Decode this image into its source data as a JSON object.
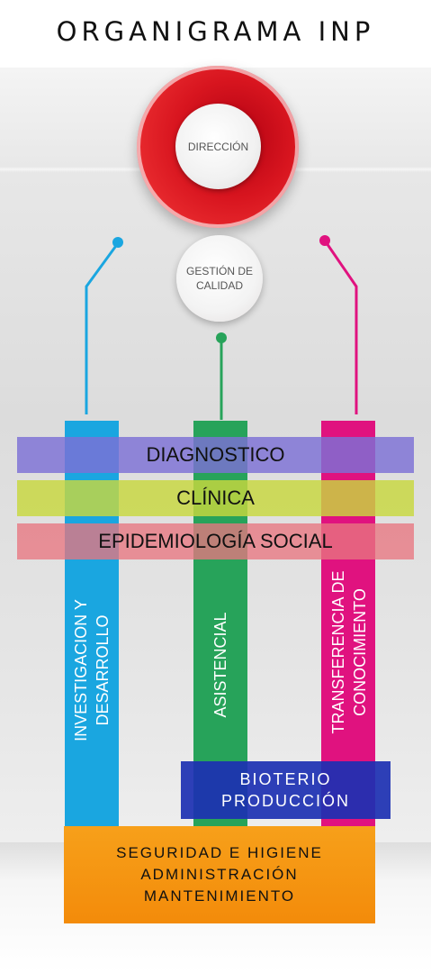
{
  "title": "ORGANIGRAMA INP",
  "top": {
    "direction": "DIRECCIÓN",
    "quality_line1": "GESTIÓN DE",
    "quality_line2": "CALIDAD"
  },
  "bands": {
    "diagnostic": "DIAGNOSTICO",
    "clinic": "CLÍNICA",
    "epidemiology": "EPIDEMIOLOGÍA SOCIAL"
  },
  "pillars": {
    "research_line1": "INVESTIGACION Y",
    "research_line2": "DESARROLLO",
    "care": "ASISTENCIAL",
    "transfer_line1": "TRANSFERENCIA DE",
    "transfer_line2": "CONOCIMIENTO"
  },
  "bioterio": {
    "line1": "BIOTERIO",
    "line2": "PRODUCCIÓN"
  },
  "support": {
    "line1": "SEGURIDAD E HIGIENE",
    "line2": "ADMINISTRACIÓN",
    "line3": "MANTENIMIENTO"
  },
  "colors": {
    "red": "#d8151f",
    "blue": "#1aa6e0",
    "green": "#27a35a",
    "magenta": "#e0127f",
    "purple": "#8a7fd6",
    "lime": "#c7d54a",
    "pink": "#e38a92",
    "navy": "#1c30b2",
    "orange": "#f7a01a"
  }
}
